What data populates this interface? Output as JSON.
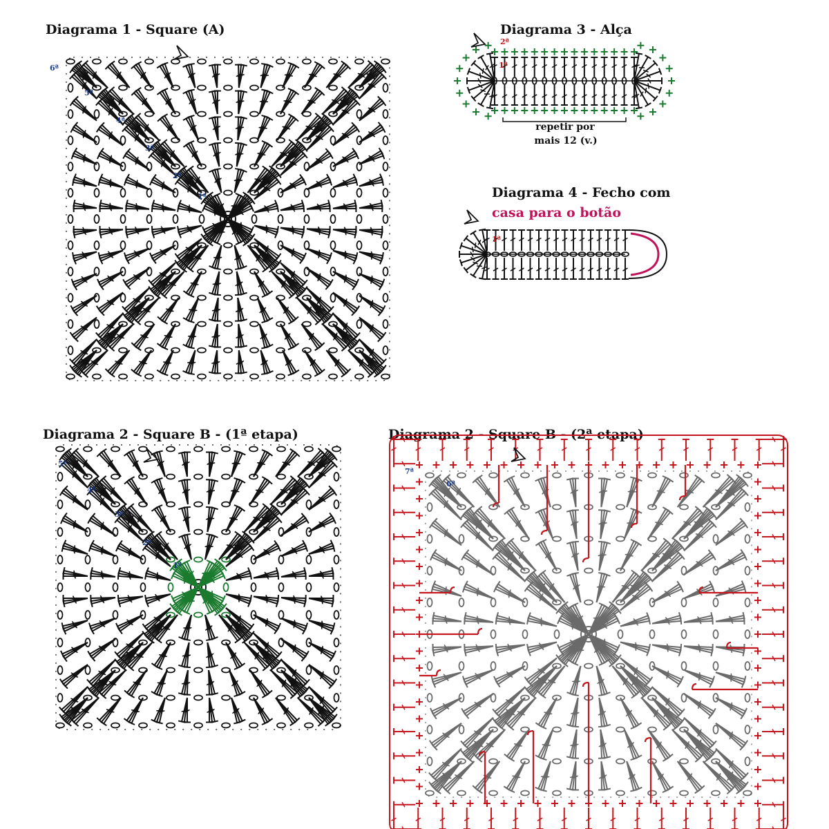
{
  "d1": {
    "title": "Diagrama 1 - Square (A)",
    "rounds": [
      "6ª",
      "5ª",
      "4ª",
      "3ª",
      "2ª",
      "1ª"
    ]
  },
  "d3": {
    "title": "Diagrama 3 - Alça",
    "rounds": [
      "2ª",
      "1ª"
    ],
    "note_l1": "repetir por",
    "note_l2": "mais 12 (v.)"
  },
  "d4": {
    "title": "Diagrama 4 - Fecho com",
    "subtitle": "casa para o botão",
    "rounds": [
      "1ª"
    ]
  },
  "d2a": {
    "title": "Diagrama 2 - Square B - (1ª etapa)",
    "rounds": [
      "5ª",
      "4ª",
      "3ª",
      "2ª",
      "1ª"
    ]
  },
  "d2b": {
    "title": "Diagrama 2 - Square B - (2ª etapa)",
    "rounds": [
      "7ª",
      "6ª"
    ]
  },
  "colors": {
    "ink": "#111111",
    "red": "#c4161c",
    "green": "#1a7a2e",
    "grey": "#6a6a6a",
    "pink": "#c0125a",
    "label_blue": "#1a3a8a"
  },
  "icons": [
    "start-arrow-icon",
    "magic-ring-icon"
  ]
}
